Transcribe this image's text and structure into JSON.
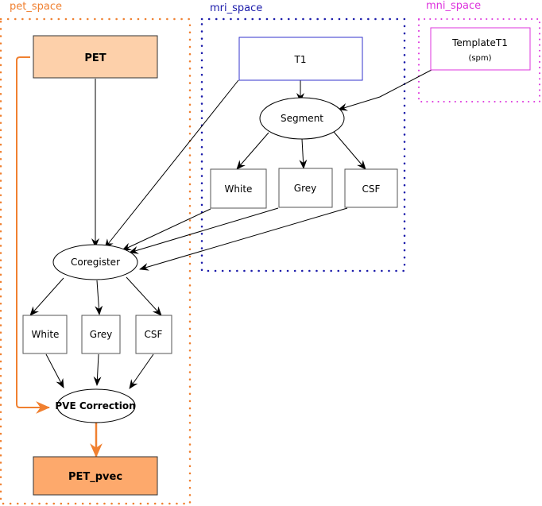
{
  "diagram": {
    "clusters": [
      {
        "id": "pet_space",
        "label": "pet_space",
        "color": "#f08030"
      },
      {
        "id": "mri_space",
        "label": "mri_space",
        "color": "#1a1aaa"
      },
      {
        "id": "mni_space",
        "label": "mni_space",
        "color": "#dd33dd"
      }
    ],
    "nodes": {
      "pet": {
        "label": "PET",
        "fill": "#fdd0aa",
        "cluster": "pet_space"
      },
      "coregister": {
        "label": "Coregister",
        "cluster": "pet_space"
      },
      "pet_white": {
        "label": "White",
        "cluster": "pet_space"
      },
      "pet_grey": {
        "label": "Grey",
        "cluster": "pet_space"
      },
      "pet_csf": {
        "label": "CSF",
        "cluster": "pet_space"
      },
      "pve": {
        "label": "PVE Correction",
        "cluster": "pet_space"
      },
      "pet_pvec": {
        "label": "PET_pvec",
        "fill": "#fda96c",
        "cluster": "pet_space"
      },
      "t1": {
        "label": "T1",
        "border": "#3333cc",
        "cluster": "mri_space"
      },
      "segment": {
        "label": "Segment",
        "cluster": "mri_space"
      },
      "mri_white": {
        "label": "White",
        "cluster": "mri_space"
      },
      "mri_grey": {
        "label": "Grey",
        "cluster": "mri_space"
      },
      "mri_csf": {
        "label": "CSF",
        "cluster": "mri_space"
      },
      "template": {
        "label": "TemplateT1",
        "sublabel": "(spm)",
        "border": "#dd33dd",
        "cluster": "mni_space"
      }
    },
    "edges": [
      {
        "from": "t1",
        "to": "segment"
      },
      {
        "from": "template",
        "to": "segment"
      },
      {
        "from": "segment",
        "to": "mri_white"
      },
      {
        "from": "segment",
        "to": "mri_grey"
      },
      {
        "from": "segment",
        "to": "mri_csf"
      },
      {
        "from": "pet",
        "to": "coregister"
      },
      {
        "from": "t1",
        "to": "coregister"
      },
      {
        "from": "mri_white",
        "to": "coregister"
      },
      {
        "from": "mri_grey",
        "to": "coregister"
      },
      {
        "from": "mri_csf",
        "to": "coregister"
      },
      {
        "from": "coregister",
        "to": "pet_white"
      },
      {
        "from": "coregister",
        "to": "pet_grey"
      },
      {
        "from": "coregister",
        "to": "pet_csf"
      },
      {
        "from": "pet_white",
        "to": "pve"
      },
      {
        "from": "pet_grey",
        "to": "pve"
      },
      {
        "from": "pet_csf",
        "to": "pve"
      },
      {
        "from": "pet",
        "to": "pve",
        "color": "#f08030"
      },
      {
        "from": "pve",
        "to": "pet_pvec",
        "color": "#f08030"
      }
    ],
    "colors": {
      "edge": "#000000",
      "highlight_edge": "#f08030",
      "box_border": "#555555"
    }
  }
}
